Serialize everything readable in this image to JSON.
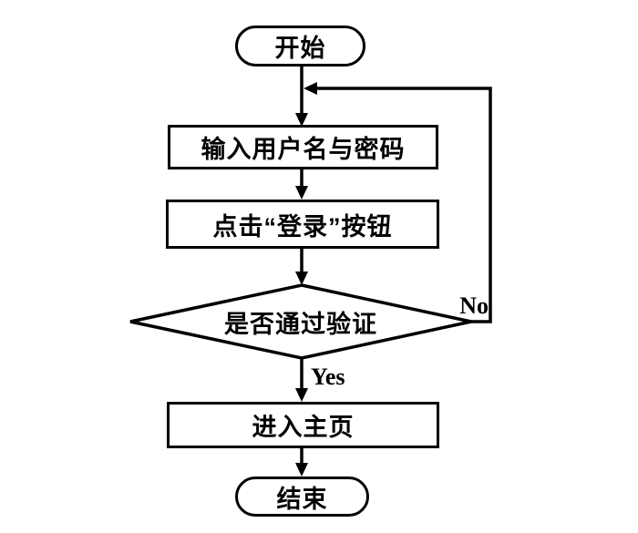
{
  "diagram": {
    "type": "flowchart",
    "title": "login flow",
    "nodes": {
      "start": {
        "label": "开始",
        "shape": "terminal"
      },
      "input": {
        "label": "输入用户名与密码",
        "shape": "process"
      },
      "click": {
        "label": "点击“登录”按钮",
        "shape": "process"
      },
      "verify": {
        "label": "是否通过验证",
        "shape": "decision"
      },
      "home": {
        "label": "进入主页",
        "shape": "process"
      },
      "end": {
        "label": "结束",
        "shape": "terminal"
      }
    },
    "edges": {
      "start_to_input": {
        "from": "start",
        "to": "input",
        "label": ""
      },
      "input_to_click": {
        "from": "input",
        "to": "click",
        "label": ""
      },
      "click_to_verify": {
        "from": "click",
        "to": "verify",
        "label": ""
      },
      "verify_to_home": {
        "from": "verify",
        "to": "home",
        "label": "Yes"
      },
      "verify_loopback": {
        "from": "verify",
        "to": "start_to_input",
        "label": "No"
      },
      "home_to_end": {
        "from": "home",
        "to": "end",
        "label": ""
      }
    },
    "colors": {
      "stroke": "#000000",
      "node_fill": "#ffffff",
      "background": "#ffffff",
      "text": "#000000"
    }
  }
}
